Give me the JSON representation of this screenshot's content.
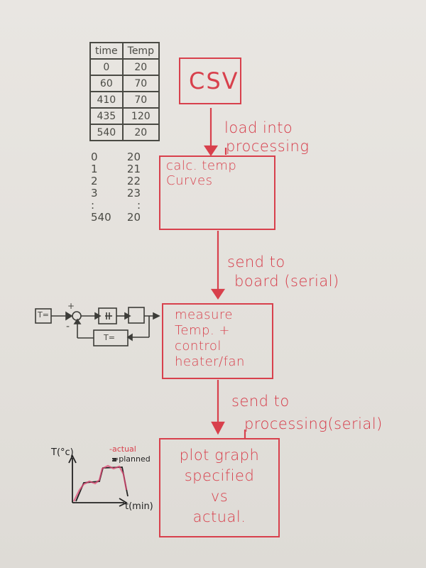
{
  "colors": {
    "red_ink": "#d8404c",
    "pencil": "#4a4a44",
    "paper": "#e6e3de"
  },
  "csv_table": {
    "headers": [
      "time",
      "Temp"
    ],
    "rows": [
      [
        "0",
        "20"
      ],
      [
        "60",
        "70"
      ],
      [
        "410",
        "70"
      ],
      [
        "435",
        "120"
      ],
      [
        "540",
        "20"
      ]
    ]
  },
  "sequence": {
    "rows": [
      [
        "0",
        "20"
      ],
      [
        "1",
        "21"
      ],
      [
        "2",
        "22"
      ],
      [
        "3",
        "23"
      ],
      [
        ":",
        ":"
      ],
      [
        "540",
        "20"
      ]
    ]
  },
  "steps": [
    {
      "box": "CSV",
      "edge_label": [
        "load into",
        "processing"
      ]
    },
    {
      "box": [
        "calc. temp",
        "Curves"
      ],
      "edge_label": [
        "send to",
        "board (serial)"
      ]
    },
    {
      "box": [
        "measure",
        "Temp. +",
        "control",
        "heater/fan"
      ],
      "edge_label": [
        "send to",
        "processing(serial)"
      ]
    },
    {
      "box": [
        "plot graph",
        "specified",
        "vs",
        "actual."
      ]
    }
  ],
  "control_diagram": {
    "setpoint": "T=",
    "sensor": "T=",
    "plus": "+",
    "minus": "-",
    "plant_symbol": "⊣⊢"
  },
  "mini_graph": {
    "y_axis": "T(°c)",
    "x_axis": "t(min)",
    "legend": [
      {
        "label": "-actual",
        "color": "#d8404c"
      },
      {
        "label": "=planned",
        "color": "#222222"
      }
    ]
  }
}
